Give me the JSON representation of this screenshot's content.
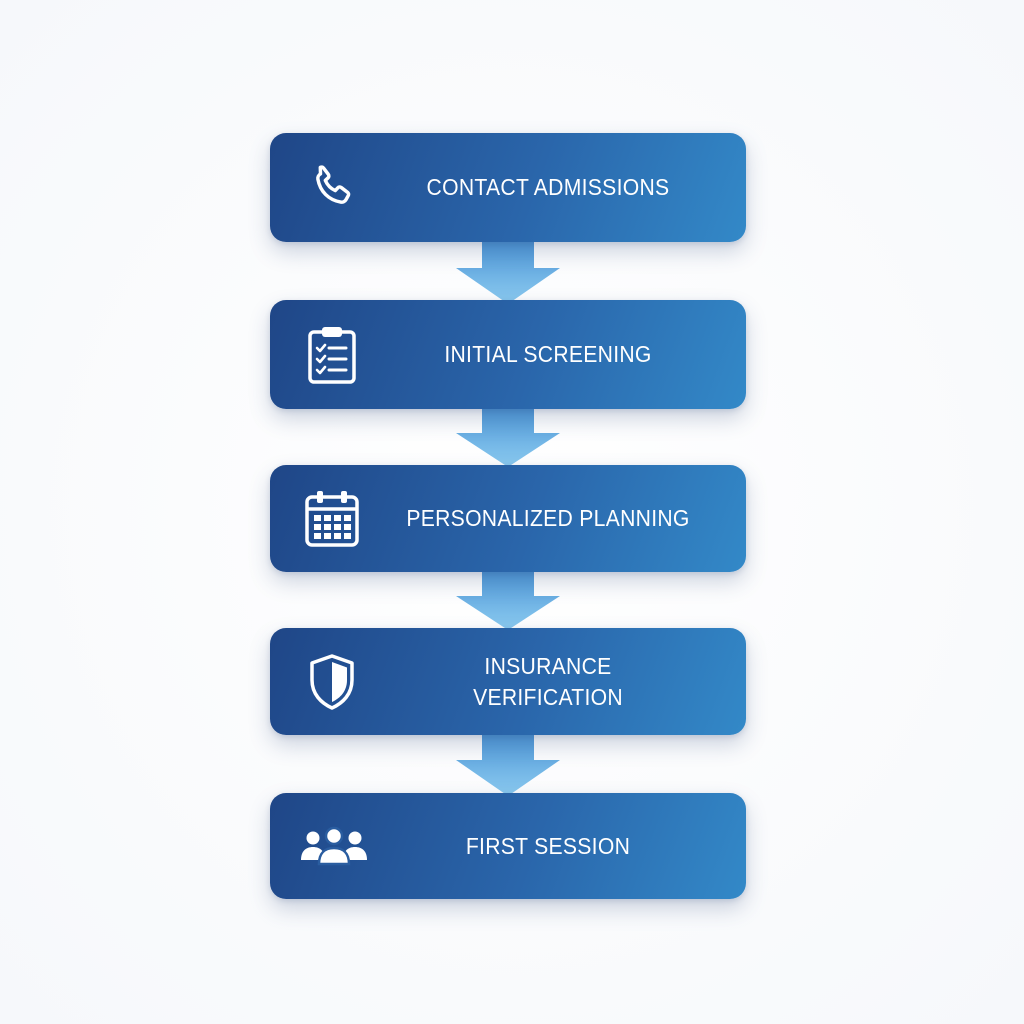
{
  "flow": {
    "steps": [
      {
        "label": "CONTACT ADMISSIONS",
        "icon": "phone-icon"
      },
      {
        "label": "INITIAL SCREENING",
        "icon": "clipboard-checklist-icon"
      },
      {
        "label": "PERSONALIZED PLANNING",
        "icon": "calendar-icon"
      },
      {
        "label": "INSURANCE\nVERIFICATION",
        "icon": "shield-icon"
      },
      {
        "label": "FIRST SESSION",
        "icon": "group-people-icon"
      }
    ],
    "colors": {
      "box_start": "#1f4687",
      "box_end": "#3389c8",
      "arrow_top": "#4a94d6",
      "arrow_bottom": "#8ccbf0",
      "text": "#ffffff"
    }
  }
}
